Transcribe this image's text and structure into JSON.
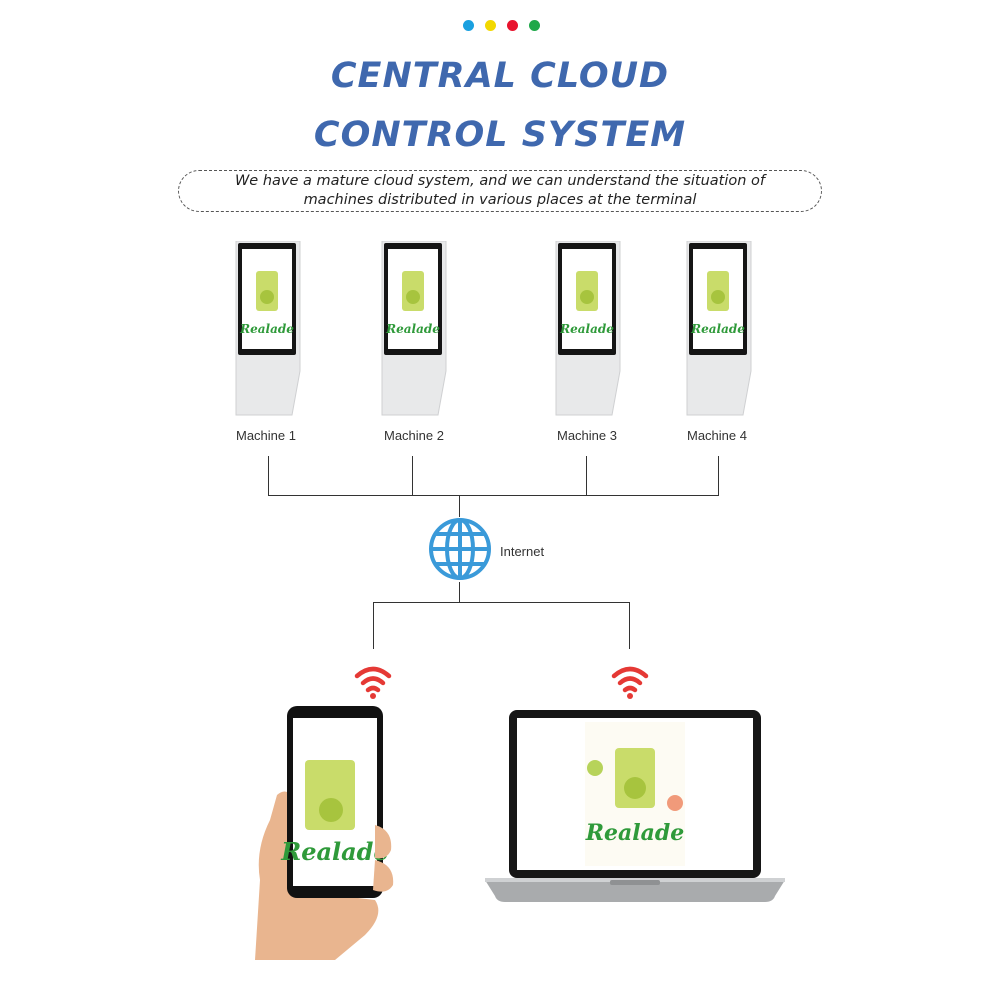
{
  "colors": {
    "dots": [
      "#1aa0e0",
      "#f2d800",
      "#e8132d",
      "#1fa849"
    ],
    "title": "#3f68ae",
    "wifi": "#e53935",
    "globe": "#3a9ad9",
    "kiosk_body": "#e8e9ea",
    "screen_bezel": "#151515",
    "drink": "#c9dc6a",
    "brand_green": "#2f9a3a"
  },
  "header": {
    "title_line1": "CENTRAL CLOUD",
    "title_line2": "CONTROL SYSTEM",
    "subtitle_line1": "We have a mature cloud system, and we can understand the situation of",
    "subtitle_line2": "machines distributed in various places at the terminal"
  },
  "machines": [
    {
      "label": "Machine 1"
    },
    {
      "label": "Machine 2"
    },
    {
      "label": "Machine 3"
    },
    {
      "label": "Machine 4"
    }
  ],
  "network": {
    "label": "Internet",
    "icon": "globe-icon"
  },
  "devices": [
    {
      "type": "phone",
      "icon": "wifi-icon"
    },
    {
      "type": "laptop",
      "icon": "wifi-icon"
    }
  ],
  "screen_brand": "Realade"
}
